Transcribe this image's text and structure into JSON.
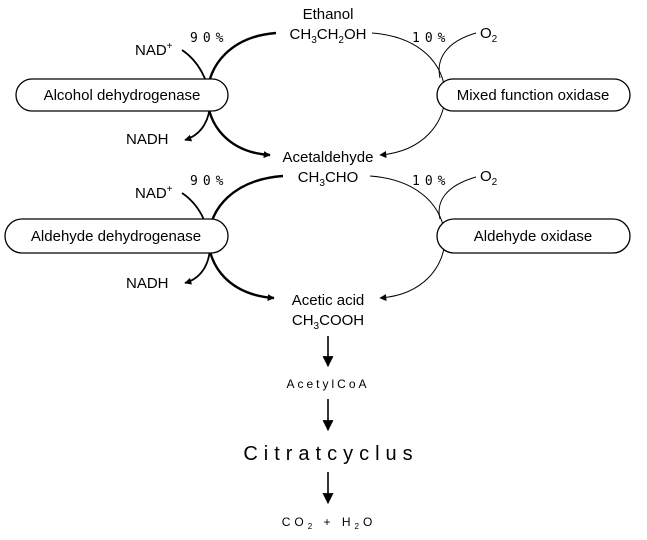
{
  "metabolites": {
    "ethanol_name": "Ethanol",
    "ethanol_formula": [
      "CH",
      "3",
      "CH",
      "2",
      "OH"
    ],
    "acetaldehyde_name": "Acetaldehyde",
    "acetaldehyde_formula": [
      "CH",
      "3",
      "CHO"
    ],
    "acetic_name": "Acetic acid",
    "acetic_formula": [
      "CH",
      "3",
      "COOH"
    ],
    "acetylcoa": "AcetylCoA",
    "citrate_cycle": "Citratcyclus",
    "end_products": [
      "CO",
      "2",
      " + H",
      "2",
      "O"
    ]
  },
  "enzymes": {
    "alcohol_dh": "Alcohol dehydrogenase",
    "mfo": "Mixed function oxidase",
    "aldehyde_dh": "Aldehyde dehydrogenase",
    "aldehyde_ox": "Aldehyde oxidase"
  },
  "cofactors": {
    "nad": "NAD",
    "nad_sup": "+",
    "nadh": "NADH",
    "o2": [
      "O",
      "2"
    ]
  },
  "percentages": {
    "left": "90%",
    "right": "10%"
  }
}
